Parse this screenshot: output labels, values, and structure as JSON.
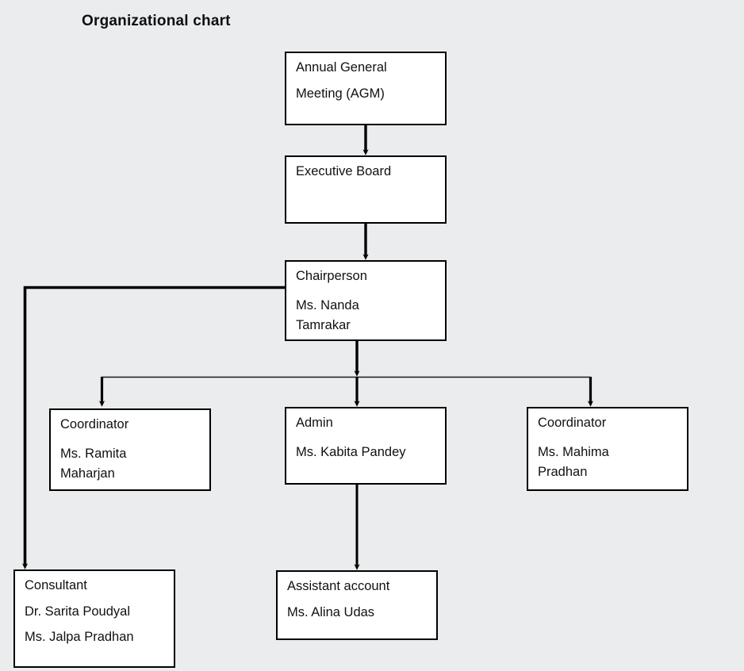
{
  "chart": {
    "title": "Organizational chart",
    "background_color": "#eaeced",
    "node_fill_color": "#ffffff",
    "line_color": "#000000"
  },
  "nodes": {
    "agm": {
      "role": "Annual General",
      "role_cont": "Meeting (AGM)"
    },
    "executive_board": {
      "role": "Executive Board"
    },
    "chairperson": {
      "role": "Chairperson",
      "person": "Ms. Nanda\nTamrakar"
    },
    "coordinator_left": {
      "role": "Coordinator",
      "person": "Ms. Ramita\nMaharjan"
    },
    "admin": {
      "role": "Admin",
      "person": "Ms. Kabita Pandey"
    },
    "coordinator_right": {
      "role": "Coordinator",
      "person": "Ms. Mahima\nPradhan"
    },
    "consultant": {
      "role": "Consultant",
      "person_1": "Dr. Sarita Poudyal",
      "person_2": "Ms. Jalpa Pradhan"
    },
    "assistant_account": {
      "role": "Assistant account",
      "person": "Ms. Alina Udas"
    }
  }
}
